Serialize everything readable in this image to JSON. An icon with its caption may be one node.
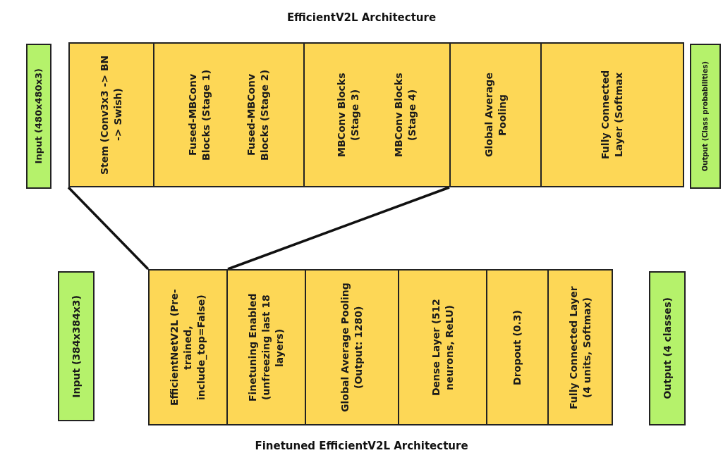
{
  "diagram": {
    "title": "EfficientV2L Architecture",
    "caption": "Finetuned EfficientV2L Architecture",
    "nodes": [
      {
        "text": [
          "Input (480x480x3)"
        ]
      },
      {
        "text": [
          "Stem (Conv3x3 -> BN -> Swish)"
        ]
      },
      {
        "text": [
          "Fused-MBConv Blocks (Stage 1)",
          "Fused-MBConv Blocks (Stage 2)"
        ]
      },
      {
        "text": [
          "MBConv Blocks (Stage 3)",
          "MBConv Blocks (Stage 4)"
        ]
      },
      {
        "text": [
          "Global Average Pooling"
        ]
      },
      {
        "text": [
          "Fully Connected Layer (Softmax"
        ]
      },
      {
        "text": [
          "Output (Class probabilities)"
        ]
      },
      {
        "text": [
          "Input (384x384x3)"
        ]
      },
      {
        "text": [
          "EfficientNetV2L (Pre-trained, include_top=False)"
        ]
      },
      {
        "text": [
          "Finetuning Enabled (unfreezing last 18 layers)"
        ]
      },
      {
        "text": [
          "Global Average Pooling (Output: 1280)"
        ]
      },
      {
        "text": [
          "Dense Layer (512 neurons, ReLU)"
        ]
      },
      {
        "text": [
          "Dropout (0.3)"
        ]
      },
      {
        "text": [
          "Fully Connected Layer (4 units, Softmax)"
        ]
      },
      {
        "text": [
          "Output (4 classes)"
        ]
      }
    ],
    "edges": [
      {
        "from": 1,
        "to": 8,
        "arrow": "none"
      },
      {
        "from": 4,
        "to": 8,
        "arrow": "none"
      }
    ]
  }
}
